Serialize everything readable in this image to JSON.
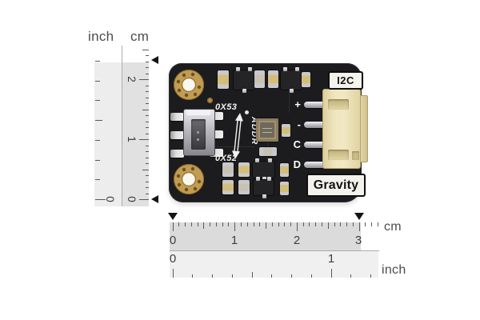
{
  "units": {
    "top_inch": "inch",
    "top_cm": "cm",
    "bottom_cm": "cm",
    "bottom_inch": "inch"
  },
  "vertical_ruler": {
    "cm_numbers": [
      "2",
      "1",
      "0"
    ],
    "inch_numbers": [
      "0"
    ]
  },
  "horizontal_ruler": {
    "cm_numbers": [
      "0",
      "1",
      "2",
      "3"
    ],
    "inch_numbers": [
      "0",
      "1"
    ]
  },
  "board": {
    "label_i2c": "I2C",
    "label_gravity": "Gravity",
    "silkscreen": {
      "addr_top": "0X53",
      "addr": "ADDR",
      "addr_bottom": "0X52"
    },
    "pins": [
      "+",
      "-",
      "C",
      "D"
    ],
    "colors": {
      "pcb": "#1c1c1e",
      "gold": "#c29c52",
      "connector": "#ecdfb4",
      "label_bg": "#f3f2ec",
      "silkscreen": "#f1f1ee"
    }
  }
}
